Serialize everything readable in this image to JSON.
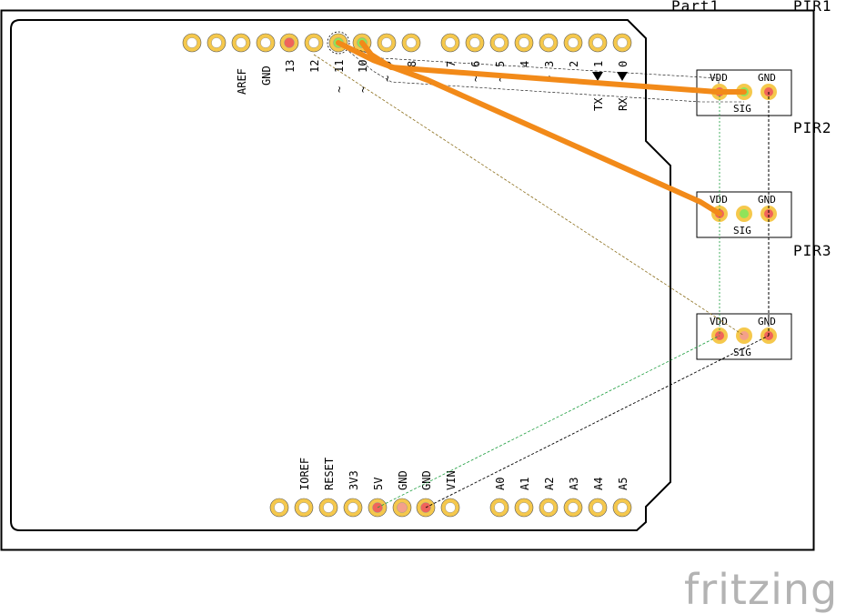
{
  "logo": "fritzing",
  "part_labels": {
    "part1": "Part1",
    "pir1": "PIR1",
    "pir2": "PIR2",
    "pir3": "PIR3"
  },
  "arduino": {
    "top_header_labels": {
      "aref": "AREF",
      "gnd": "GND",
      "d13": "13",
      "d12": "12",
      "d11": "11",
      "d10": "10",
      "d9": "9",
      "d8": "8",
      "d7": "7",
      "d6": "6",
      "d5": "5",
      "d4": "4",
      "d3": "3",
      "d2": "2",
      "d1": "1",
      "d0": "0",
      "tx": "TX",
      "rx": "RX"
    },
    "pwm_mark": "~",
    "power_header_labels": {
      "ioref": "IOREF",
      "reset": "RESET",
      "v33": "3V3",
      "v5": "5V",
      "gnd1": "GND",
      "gnd2": "GND",
      "vin": "VIN"
    },
    "analog_header_labels": {
      "a0": "A0",
      "a1": "A1",
      "a2": "A2",
      "a3": "A3",
      "a4": "A4",
      "a5": "A5"
    }
  },
  "pir_modules": [
    {
      "name": "PIR1",
      "vdd": "VDD",
      "sig": "SIG",
      "gnd": "GND"
    },
    {
      "name": "PIR2",
      "vdd": "VDD",
      "sig": "SIG",
      "gnd": "GND"
    },
    {
      "name": "PIR3",
      "vdd": "VDD",
      "sig": "SIG",
      "gnd": "GND"
    }
  ],
  "colors": {
    "trace": "#f28a19",
    "pad_ring": "#f5c84c",
    "pad_red": "#f0645a",
    "pad_green": "#8fe35a",
    "ratsnest_green": "#1a9c3c",
    "ratsnest_brown": "#8a6d1a",
    "ratsnest_black": "#000000"
  }
}
